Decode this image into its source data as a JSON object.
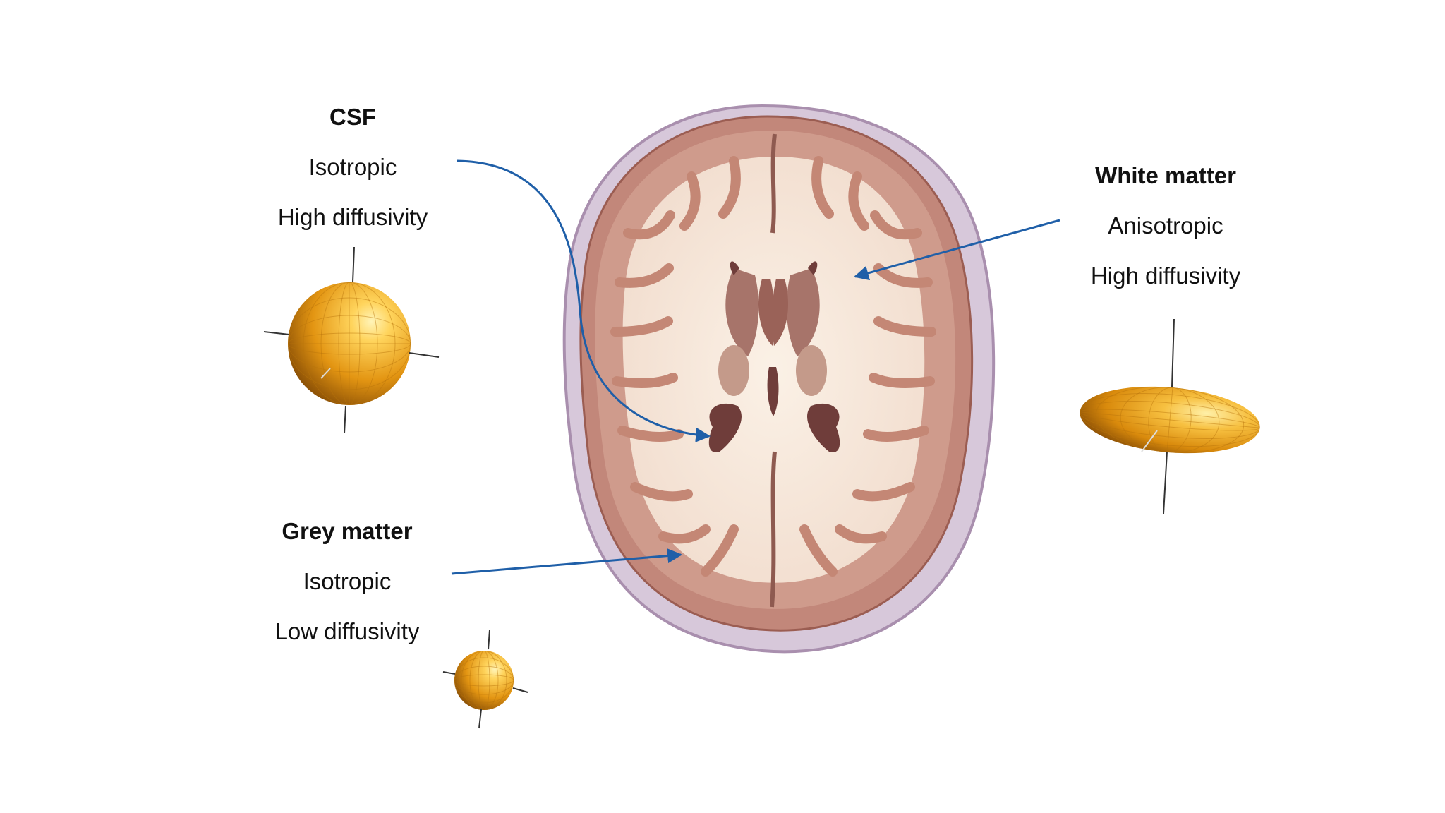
{
  "labels": {
    "csf": {
      "title": "CSF",
      "line1": "Isotropic",
      "line2": "High diffusivity"
    },
    "white_matter": {
      "title": "White matter",
      "line1": "Anisotropic",
      "line2": "High diffusivity"
    },
    "grey_matter": {
      "title": "Grey matter",
      "line1": "Isotropic",
      "line2": "Low diffusivity"
    }
  },
  "colors": {
    "arrow": "#1f5fa8",
    "tensor_fill": "#e59a14",
    "tensor_highlight": "#ffe08a",
    "tensor_shadow": "#8a4f05",
    "axis": "#333333",
    "brain_outer": "#c9b6cf",
    "brain_cortex": "#b0705c",
    "brain_white": "#f6e8dc",
    "brain_deep": "#8e5a50"
  },
  "tensors": [
    {
      "tissue": "CSF",
      "shape": "sphere",
      "size": "large"
    },
    {
      "tissue": "White matter",
      "shape": "prolate ellipsoid"
    },
    {
      "tissue": "Grey matter",
      "shape": "sphere",
      "size": "small"
    }
  ]
}
